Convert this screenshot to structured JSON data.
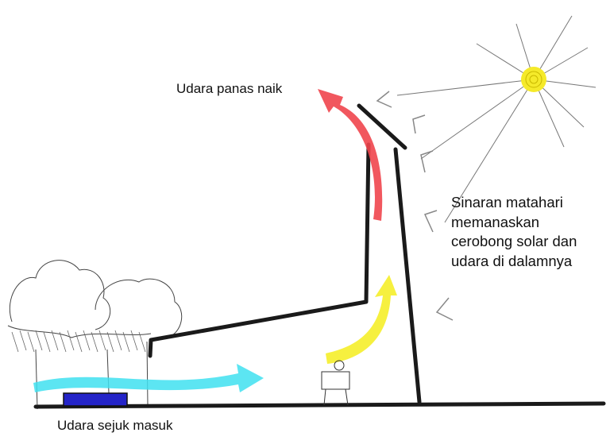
{
  "labels": {
    "hot_air": "Udara panas naik",
    "sun_heats": [
      "Sinaran matahari",
      "memanaskan",
      "cerobong solar dan",
      "udara di dalamnya"
    ],
    "cool_air": "Udara sejuk masuk"
  },
  "colors": {
    "hot_arrow": "#f0454c",
    "warm_arrow": "#f5ee2a",
    "cool_arrow": "#3fe0f0",
    "water": "#2424c8",
    "sun": "#f5ea2a",
    "structure": "#1a1a1a"
  }
}
